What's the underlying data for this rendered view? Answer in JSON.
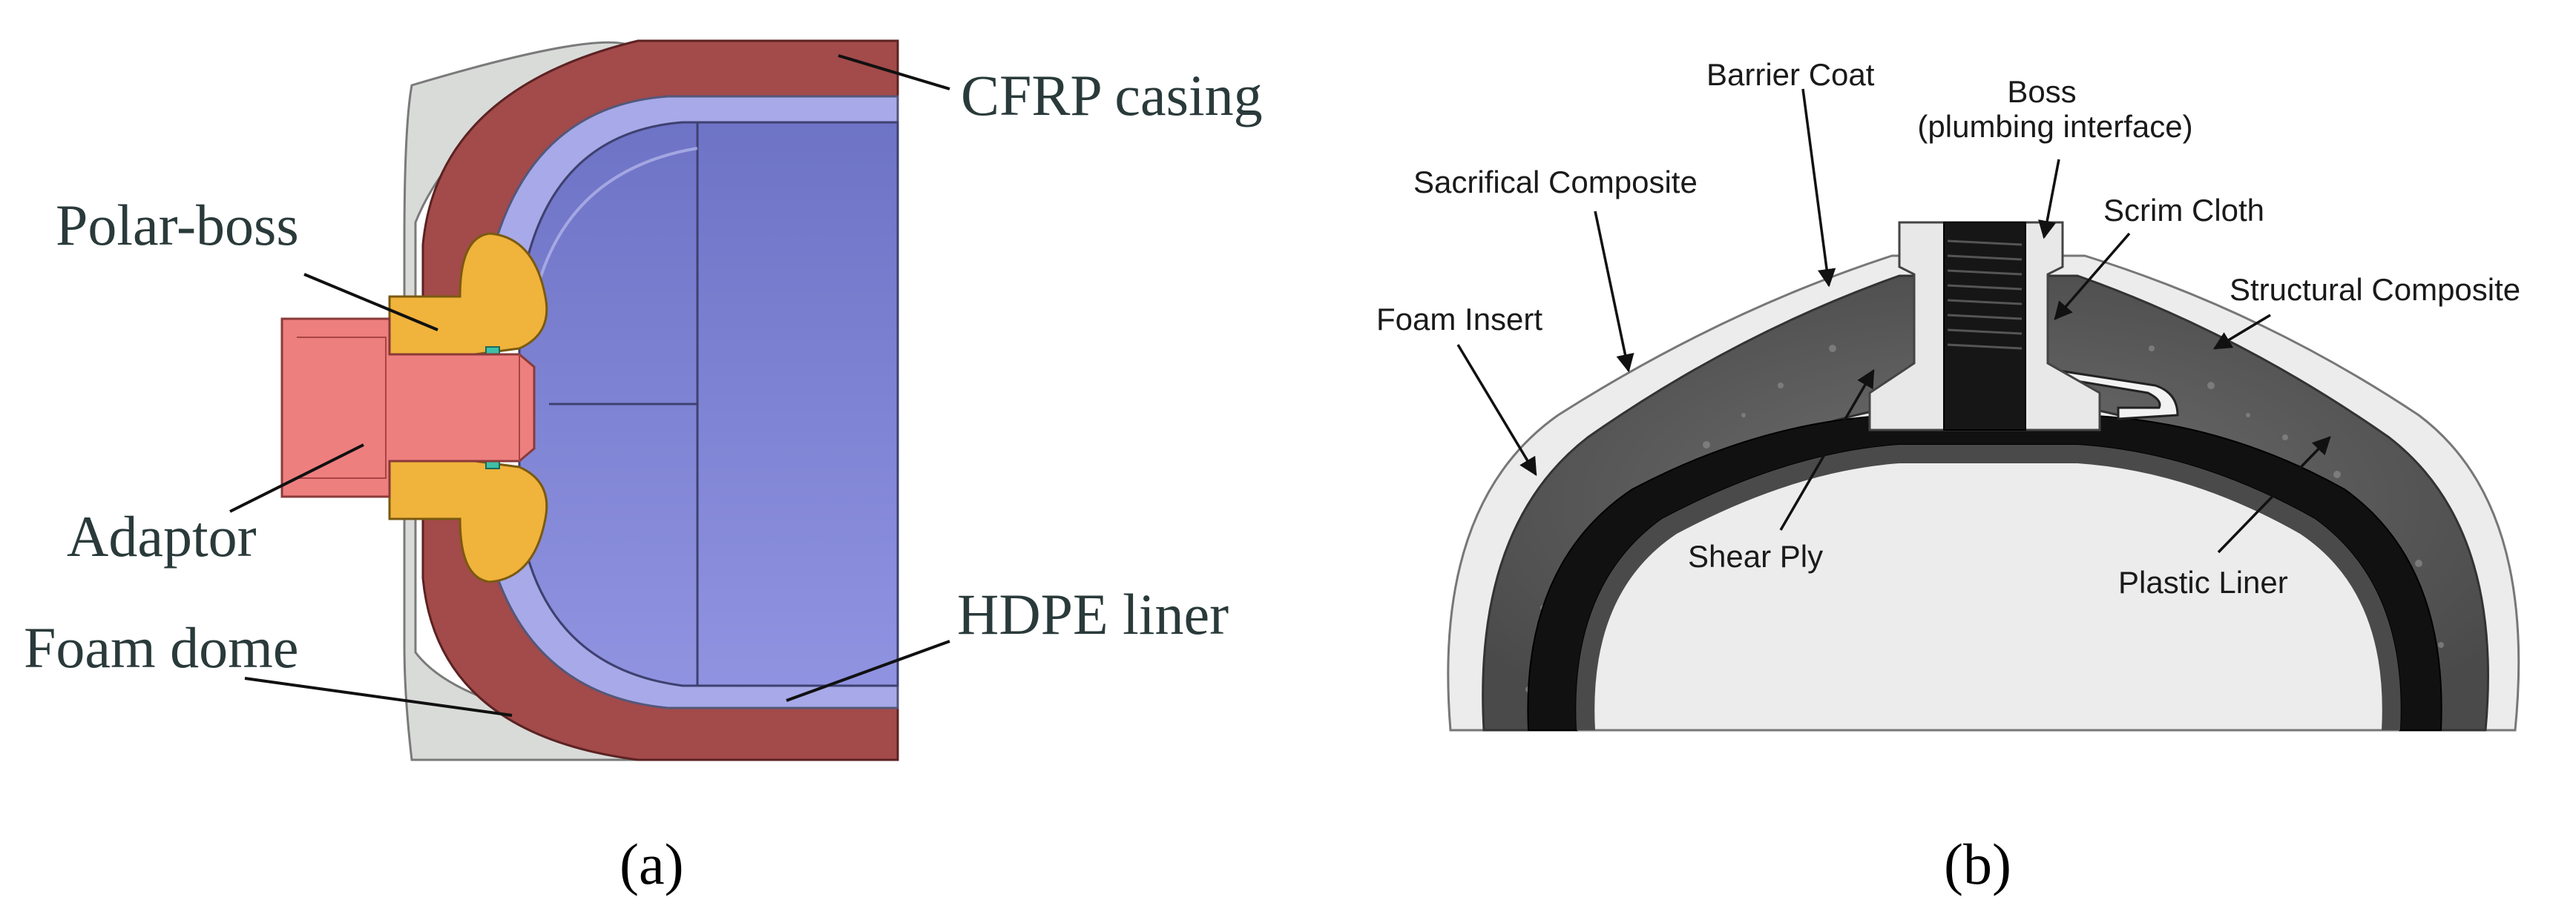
{
  "panel_a": {
    "labels": {
      "cfrp_casing": "CFRP casing",
      "polar_boss": "Polar-boss",
      "adaptor": "Adaptor",
      "foam_dome": "Foam dome",
      "hdpe_liner": "HDPE liner"
    },
    "caption": "(a)"
  },
  "panel_b": {
    "labels": {
      "barrier_coat": "Barrier Coat",
      "boss_line1": "Boss",
      "boss_line2": "(plumbing interface)",
      "sacrificial_composite": "Sacrifical Composite",
      "scrim_cloth": "Scrim Cloth",
      "structural_composite": "Structural Composite",
      "foam_insert": "Foam Insert",
      "shear_ply": "Shear Ply",
      "plastic_liner": "Plastic Liner"
    },
    "caption": "(b)"
  },
  "colors": {
    "cfrp": "#a34a4a",
    "liner": "#a7a9e8",
    "vessel_inner": "#8186d6",
    "foam": "#d9dbd9",
    "boss": "#f0b33b",
    "adaptor": "#ee7f7f",
    "composite_grey": "#5b5b5b",
    "boss_light": "#e8e8e8"
  }
}
